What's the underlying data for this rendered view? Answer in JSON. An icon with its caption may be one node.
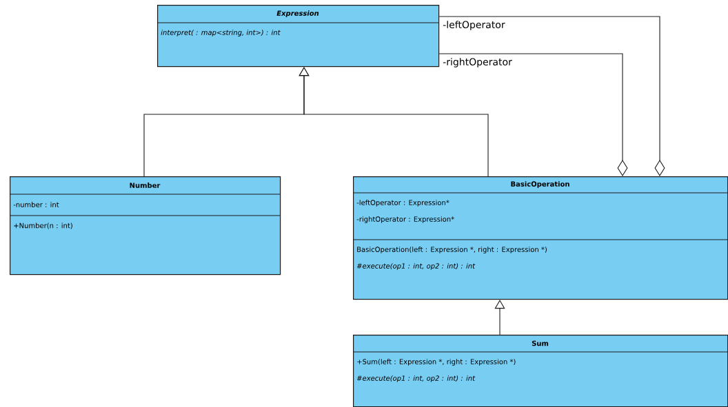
{
  "diagram": {
    "nodes": [
      {
        "text": [
          "Expression",
          "interpret(  : map<string, int>) : int"
        ]
      },
      {
        "text": [
          "Number",
          "-number : int",
          "+Number(n : int)"
        ]
      },
      {
        "text": [
          "BasicOperation",
          "-leftOperator : Expression*",
          "-rightOperator : Expression*",
          "BasicOperation(left : Expression *, right : Expression *)",
          "#execute(op1 : int, op2 : int) : int"
        ]
      },
      {
        "text": [
          "Sum",
          "+Sum(left : Expression *, right : Expression *)",
          "#execute(op1 : int, op2 : int) : int"
        ]
      }
    ],
    "edges": [
      {
        "from": 1,
        "to": 0,
        "arrow": "to"
      },
      {
        "from": 2,
        "to": 0,
        "arrow": "to"
      },
      {
        "from": 3,
        "to": 2,
        "arrow": "to"
      },
      {
        "from": 2,
        "to": 0,
        "arrow": "other",
        "label": "-leftOperator"
      },
      {
        "from": 2,
        "to": 0,
        "arrow": "other",
        "label": "-rightOperator"
      }
    ]
  }
}
